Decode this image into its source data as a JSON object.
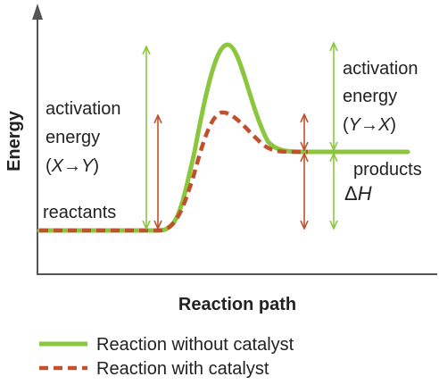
{
  "axes": {
    "y_label": "Energy",
    "x_label": "Reaction path",
    "axis_color": "#555555"
  },
  "annotations": {
    "activation_energy_forward": {
      "line1": "activation",
      "line2": "energy",
      "open": "(",
      "from": "X",
      "arrow": "→",
      "to": "Y",
      "close": ")"
    },
    "activation_energy_reverse": {
      "line1": "activation",
      "line2": "energy",
      "open": "(",
      "from": "Y",
      "arrow": "→",
      "to": "X",
      "close": ")"
    },
    "reactants": "reactants",
    "products": "products",
    "delta_symbol": "Δ",
    "delta_var": "H"
  },
  "legend": {
    "uncatalyzed": "Reaction without catalyst",
    "catalyzed": "Reaction with catalyst"
  },
  "colors": {
    "uncatalyzed": "#8cc63f",
    "catalyzed": "#c1502e",
    "uncatalyzed_arrow": "#8cc63f",
    "catalyzed_arrow": "#c1502e"
  }
}
